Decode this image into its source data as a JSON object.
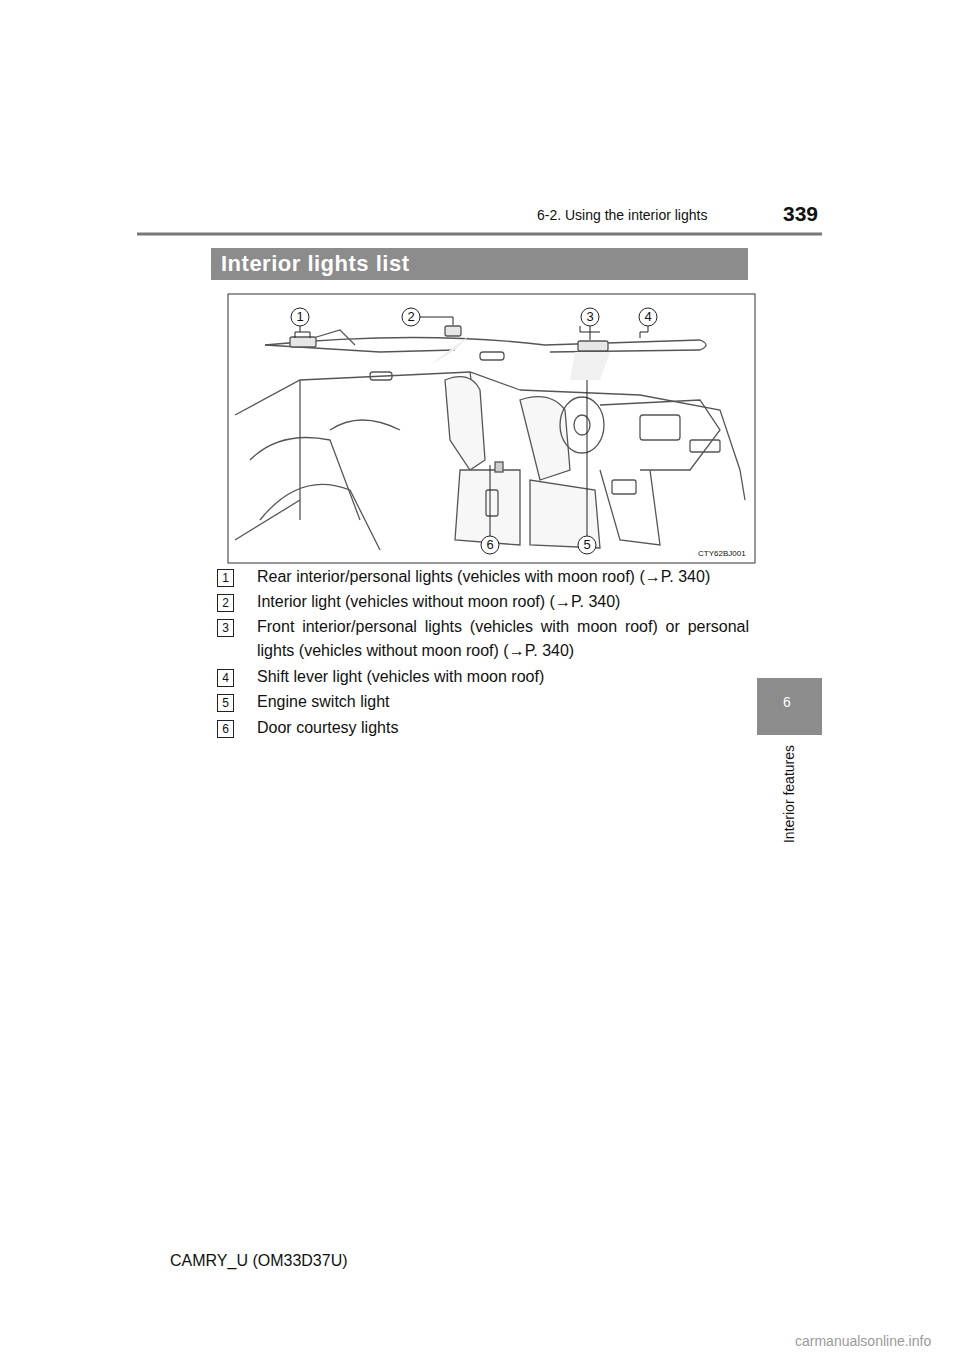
{
  "diagram": {
    "title": "Interior lights list",
    "labels": [
      "339",
      "6-2. Using the interior lights",
      "6",
      "Interior features",
      "1",
      "2",
      "3",
      "4",
      "6",
      "5",
      "CTY62BJ001",
      "1",
      "Rear interior/personal lights (vehicles with moon roof) (→P. 340)",
      "2",
      "Interior light (vehicles without moon roof) (→P. 340)",
      "3",
      "Front interior/personal lights (vehicles with moon roof) or personal lights (vehicles without moon roof) (→P. 340)",
      "4",
      "Shift lever light (vehicles with moon roof)",
      "5",
      "Engine switch light",
      "6",
      "Door courtesy lights",
      "CAMRY_U (OM33D37U)",
      "carmanualsonline.info"
    ]
  }
}
